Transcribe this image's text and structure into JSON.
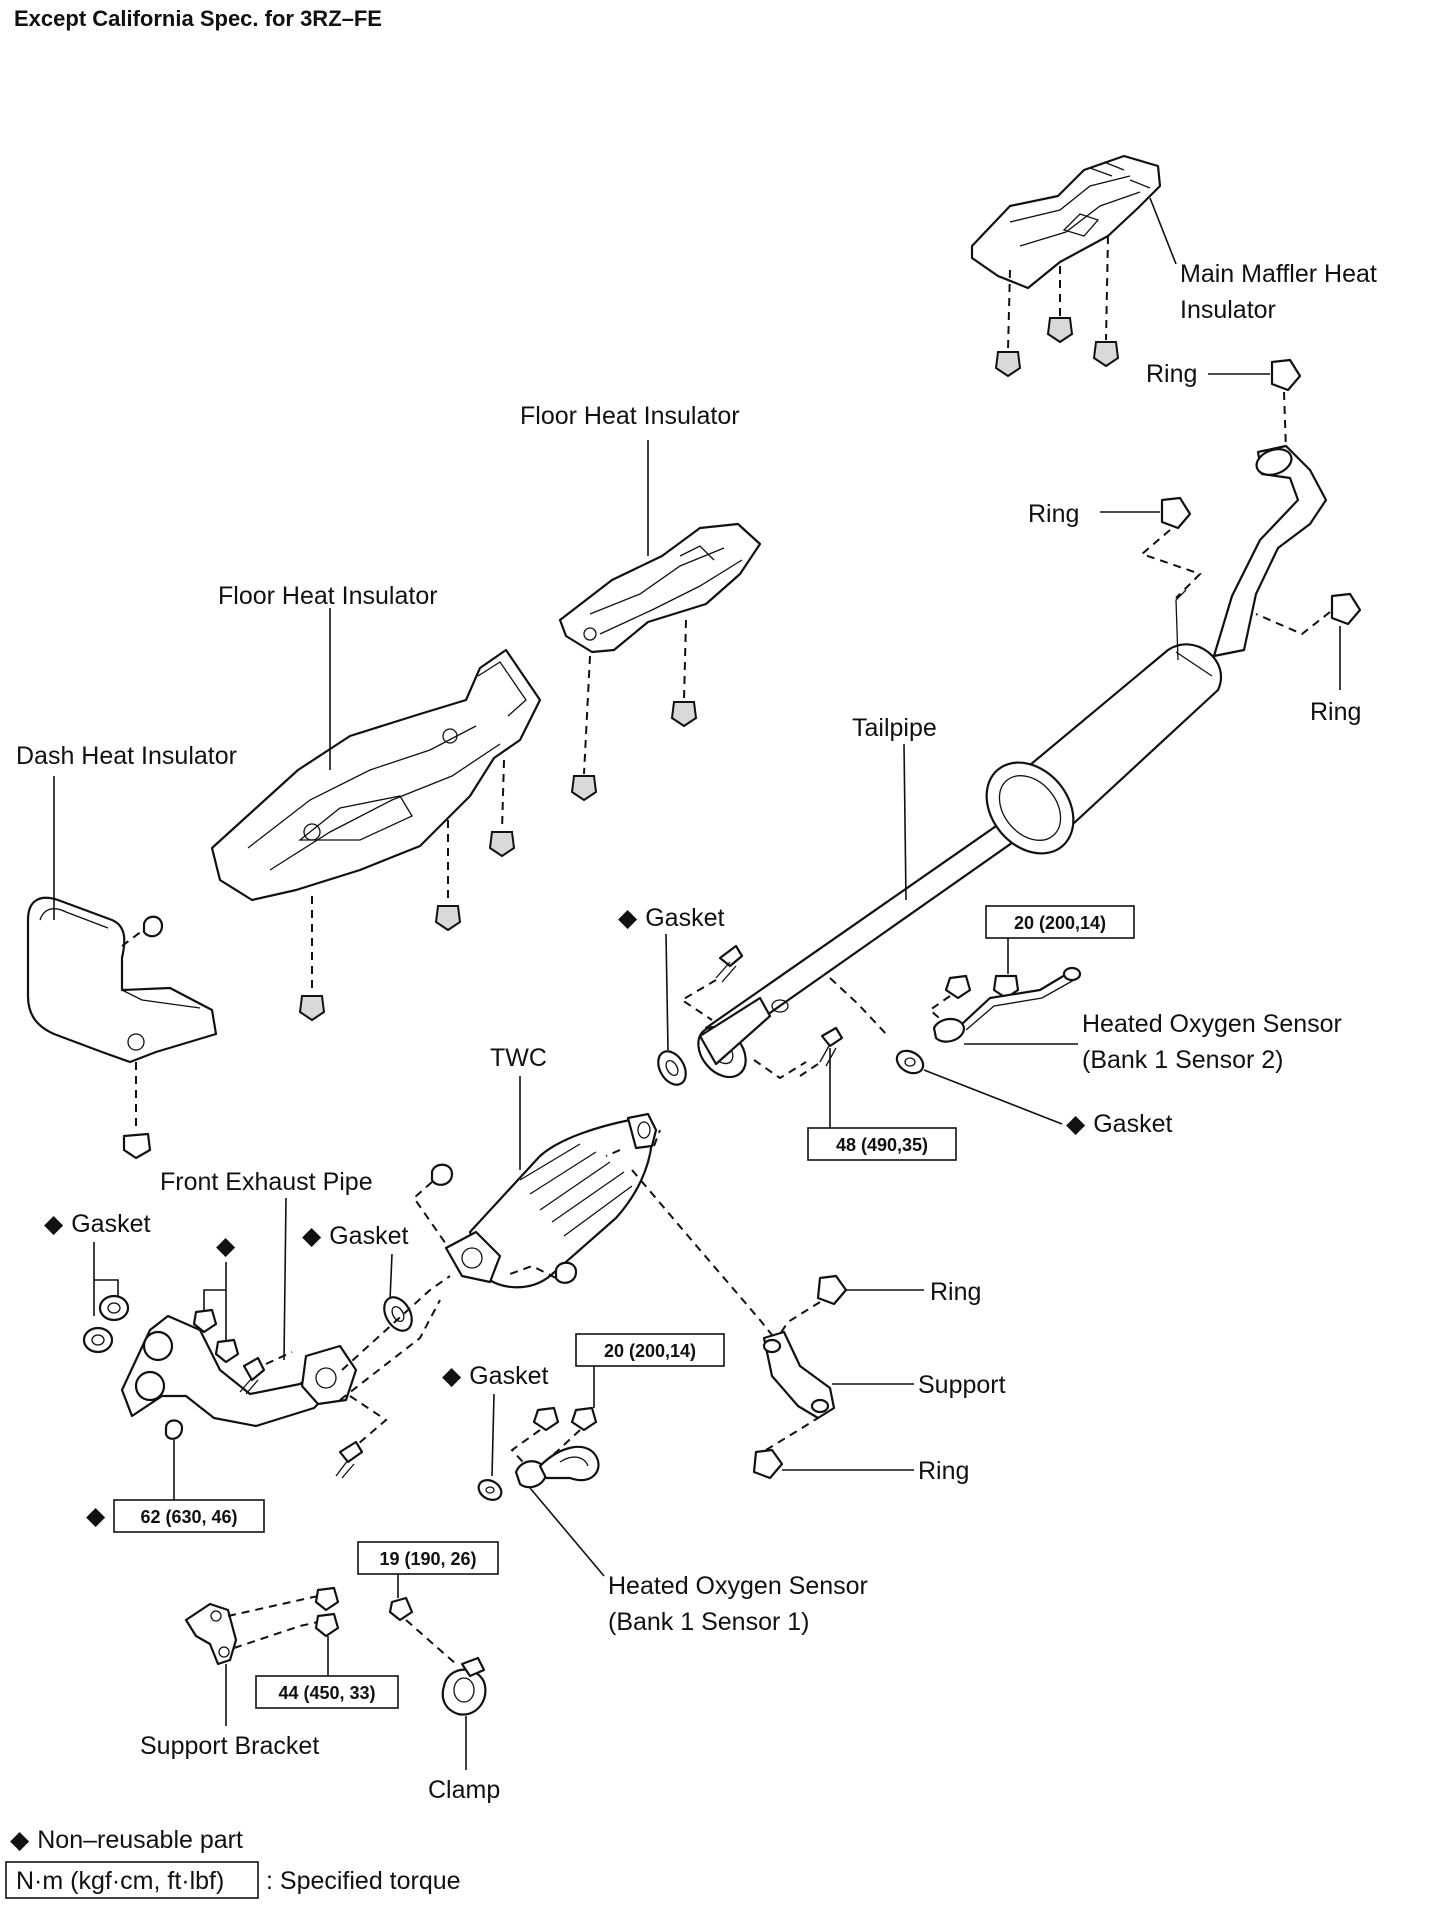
{
  "title": "Except California Spec. for 3RZ–FE",
  "labels": {
    "main_muffler_heat_insulator_1": "Main Maffler Heat",
    "main_muffler_heat_insulator_2": "Insulator",
    "ring_top": "Ring",
    "floor_heat_insulator_rear": "Floor Heat Insulator",
    "ring_upper_left": "Ring",
    "floor_heat_insulator_front": "Floor Heat Insulator",
    "ring_right": "Ring",
    "tailpipe": "Tailpipe",
    "dash_heat_insulator": "Dash Heat Insulator",
    "gasket_tailpipe": "Gasket",
    "heated_oxygen_sensor_2_line1": "Heated Oxygen Sensor",
    "heated_oxygen_sensor_2_line2": "(Bank 1 Sensor 2)",
    "twc": "TWC",
    "gasket_sensor2": "Gasket",
    "front_exhaust_pipe": "Front Exhaust Pipe",
    "gasket_manifold": "Gasket",
    "gasket_twc": "Gasket",
    "ring_support_upper": "Ring",
    "support": "Support",
    "gasket_sensor1": "Gasket",
    "ring_support_lower": "Ring",
    "heated_oxygen_sensor_1_line1": "Heated Oxygen Sensor",
    "heated_oxygen_sensor_1_line2": "(Bank 1 Sensor 1)",
    "support_bracket": "Support Bracket",
    "clamp": "Clamp"
  },
  "torques": {
    "sensor2": "20 (200,14)",
    "tailpipe_bolt": "48 (490,35)",
    "sensor1": "20 (200,14)",
    "manifold": "62 (630, 46)",
    "clamp": "19 (190, 26)",
    "bracket": "44 (450, 33)"
  },
  "legend": {
    "non_reusable": "Non–reusable part",
    "torque_units": "N·m (kgf·cm, ft·lbf)",
    "torque_desc": ": Specified torque"
  },
  "symbols": {
    "non_reusable_marker": "◆"
  }
}
